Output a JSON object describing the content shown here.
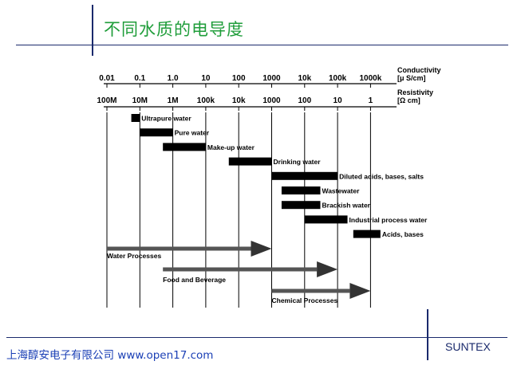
{
  "slide": {
    "title": "不同水质的电导度",
    "company": "上海醇安电子有限公司 www.open17.com",
    "brand": "SUNTEX",
    "colors": {
      "title": "#1f9d3a",
      "rule": "#1a2a6c",
      "company": "#1a3fb5"
    }
  },
  "chart_data": {
    "type": "bar",
    "scale": "log",
    "conductivity_axis": {
      "label": [
        "Conductivity",
        "[μ S/cm]"
      ],
      "ticks": [
        "0.01",
        "0.1",
        "1.0",
        "10",
        "100",
        "1000",
        "10k",
        "100k",
        "1000k"
      ],
      "values": [
        0.01,
        0.1,
        1,
        10,
        100,
        1000,
        10000,
        100000,
        1000000
      ]
    },
    "resistivity_axis": {
      "label": [
        "Resistivity",
        "[Ω cm]"
      ],
      "ticks": [
        "100M",
        "10M",
        "1M",
        "100k",
        "10k",
        "1000",
        "100",
        "10",
        "1"
      ]
    },
    "bars": [
      {
        "label": "Ultrapure water",
        "range": [
          0.055,
          0.1
        ]
      },
      {
        "label": "Pure water",
        "range": [
          0.1,
          1.0
        ]
      },
      {
        "label": "Make-up water",
        "range": [
          0.5,
          10
        ]
      },
      {
        "label": "Drinking water",
        "range": [
          50,
          1000
        ]
      },
      {
        "label": "Diluted acids, bases, salts",
        "range": [
          1000,
          100000
        ]
      },
      {
        "label": "Wastewater",
        "range": [
          2000,
          30000
        ]
      },
      {
        "label": "Brackish water",
        "range": [
          2000,
          30000
        ]
      },
      {
        "label": "Industrial process water",
        "range": [
          10000,
          200000
        ]
      },
      {
        "label": "Acids, bases",
        "range": [
          300000,
          2000000
        ]
      }
    ],
    "process_arrows": [
      {
        "label": "Water Processes",
        "range": [
          0.01,
          1000
        ]
      },
      {
        "label": "Food and Beverage",
        "range": [
          0.5,
          100000
        ]
      },
      {
        "label": "Chemical Processes",
        "range": [
          1000,
          1000000
        ]
      }
    ]
  }
}
